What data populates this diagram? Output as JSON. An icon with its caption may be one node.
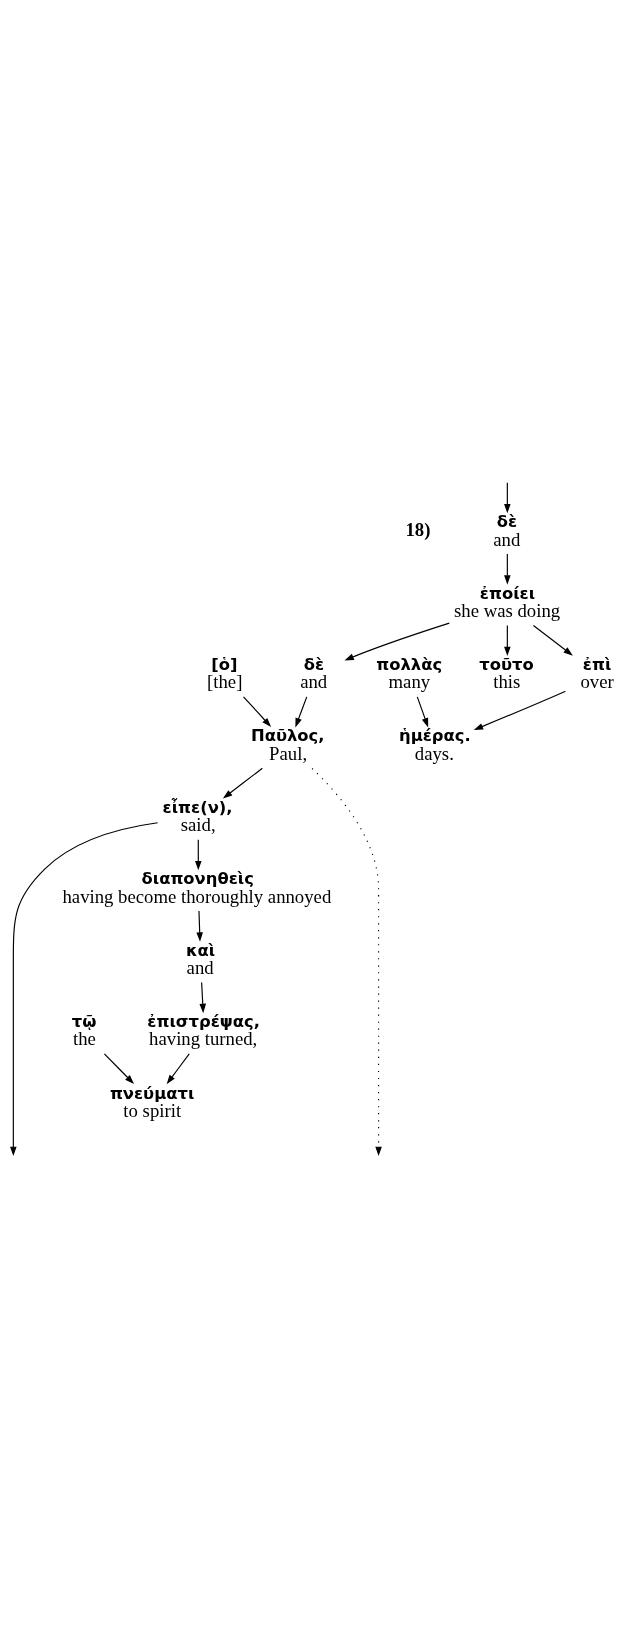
{
  "diagram": {
    "nodes": [
      {
        "text": [
          "τοῦτο",
          "this"
        ]
      },
      {
        "text": [
          "δὲ",
          "and"
        ]
      },
      {
        "text": [
          "ἐποίει",
          "she was doing"
        ]
      },
      {
        "text": [
          "ἐπὶ",
          "over"
        ]
      },
      {
        "text": [
          "πολλὰς",
          "many"
        ]
      },
      {
        "text": [
          "ἡμέρας.",
          "days."
        ]
      },
      {
        "text": [
          "διαπονηθεὶς",
          "having become thoroughly annoyed"
        ]
      },
      {
        "text": [
          "δὲ",
          "and"
        ]
      },
      {
        "text": [
          "[ὁ]",
          "[the]"
        ]
      },
      {
        "text": [
          "Παῦλος,",
          "Paul,"
        ]
      },
      {
        "text": [
          "καὶ",
          "and"
        ]
      },
      {
        "text": [
          "ἐπιστρέψας,",
          "having turned,"
        ]
      },
      {
        "text": [
          "τῷ",
          "the"
        ]
      },
      {
        "text": [
          "πνεύματι",
          "to spirit"
        ]
      },
      {
        "text": [
          "εἶπε(ν),",
          "said,"
        ]
      }
    ],
    "edges": [
      {
        "from": null,
        "to": 1,
        "arrow": "to"
      },
      {
        "from": 1,
        "to": 2,
        "arrow": "to"
      },
      {
        "from": 2,
        "to": 0,
        "arrow": "to"
      },
      {
        "from": 2,
        "to": 3,
        "arrow": "to"
      },
      {
        "from": 3,
        "to": 5,
        "arrow": "to"
      },
      {
        "from": 4,
        "to": 5,
        "arrow": "to"
      },
      {
        "from": 2,
        "to": 7,
        "arrow": "to"
      },
      {
        "from": 7,
        "to": 9,
        "arrow": "to"
      },
      {
        "from": 8,
        "to": 9,
        "arrow": "to"
      },
      {
        "from": 9,
        "to": 14,
        "arrow": "to"
      },
      {
        "from": 14,
        "to": 6,
        "arrow": "to"
      },
      {
        "from": 6,
        "to": 10,
        "arrow": "to"
      },
      {
        "from": 10,
        "to": 11,
        "arrow": "to"
      },
      {
        "from": 11,
        "to": 13,
        "arrow": "to"
      },
      {
        "from": 12,
        "to": 13,
        "arrow": "to"
      },
      {
        "from": 14,
        "to": null,
        "arrow": "to"
      },
      {
        "from": 9,
        "to": null,
        "arrow": "to",
        "style": "dashed"
      }
    ],
    "labels": [
      "18)"
    ]
  }
}
